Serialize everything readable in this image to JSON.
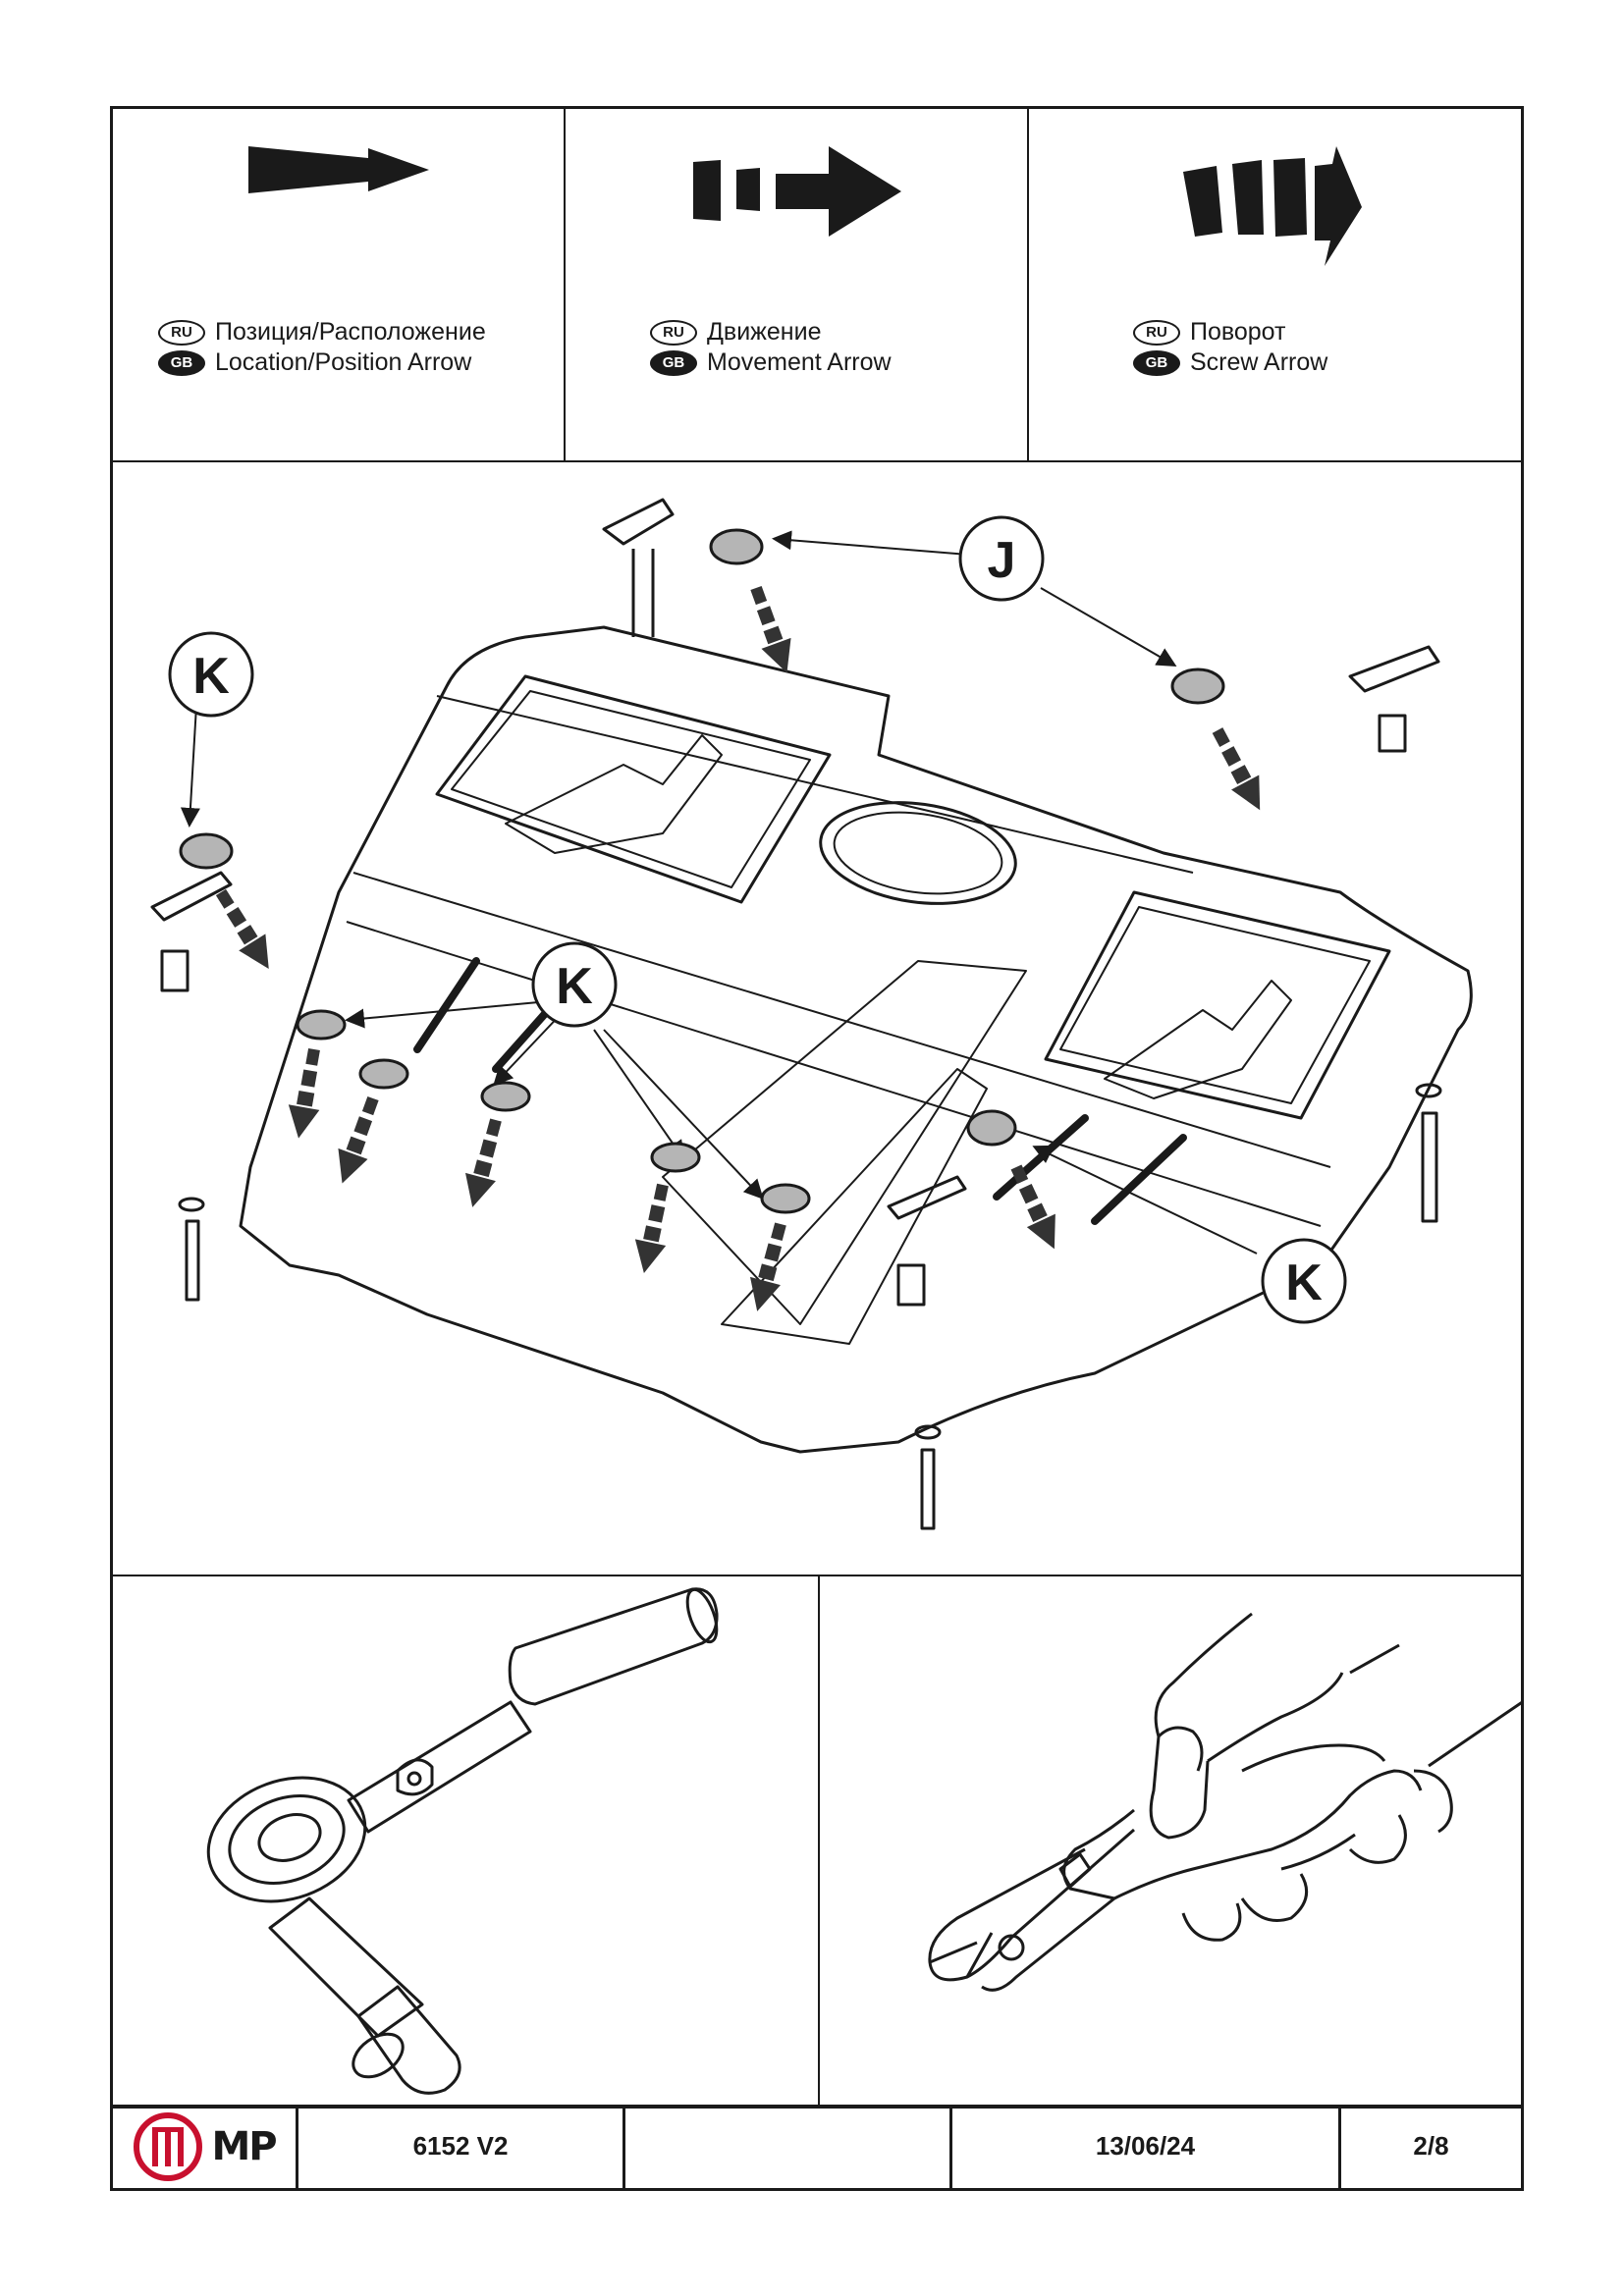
{
  "legend": [
    {
      "ru_badge": "RU",
      "gb_badge": "GB",
      "ru_text": "Позиция/Расположение",
      "gb_text": "Location/Position Arrow",
      "icon": "solid-arrow-icon"
    },
    {
      "ru_badge": "RU",
      "gb_badge": "GB",
      "ru_text": "Движение",
      "gb_text": "Movement Arrow",
      "icon": "dashed-arrow-icon"
    },
    {
      "ru_badge": "RU",
      "gb_badge": "GB",
      "ru_text": "Поворот",
      "gb_text": "Screw Arrow",
      "icon": "curved-screw-arrow-icon"
    }
  ],
  "diagram": {
    "callouts": {
      "j": "J",
      "k_top_left": "K",
      "k_center": "K",
      "k_right": "K"
    },
    "colors": {
      "plug": "#b5b5b5",
      "line": "#1a1a1a",
      "arrow": "#333333"
    }
  },
  "tools": [
    {
      "icon": "ratchet-wrench-icon"
    },
    {
      "icon": "side-cutter-pliers-icon"
    }
  ],
  "titleblock": {
    "logo_text": "MP",
    "part_number": "6152 V2",
    "blank": "",
    "date": "13/06/24",
    "page": "2/8"
  }
}
